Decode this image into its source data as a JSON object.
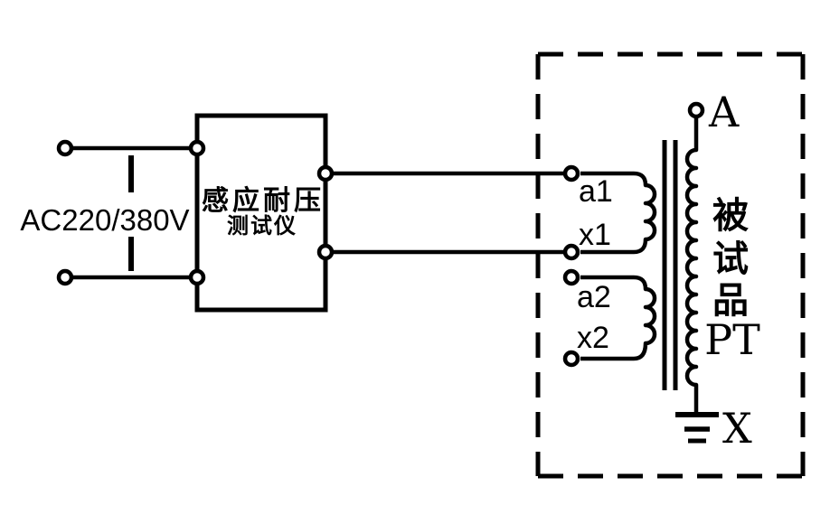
{
  "source": {
    "label": "AC220/380V"
  },
  "tester": {
    "title": "感应耐压",
    "subtitle": "测试仪"
  },
  "dut": {
    "hv_terminal_top": "A",
    "hv_terminal_bottom": "X",
    "winding1_top": "a1",
    "winding1_bottom": "x1",
    "winding2_top": "a2",
    "winding2_bottom": "x2",
    "name_chars": [
      "被",
      "试",
      "品"
    ],
    "type_label": "PT"
  },
  "colors": {
    "ink": "#000000",
    "background": "#ffffff"
  }
}
